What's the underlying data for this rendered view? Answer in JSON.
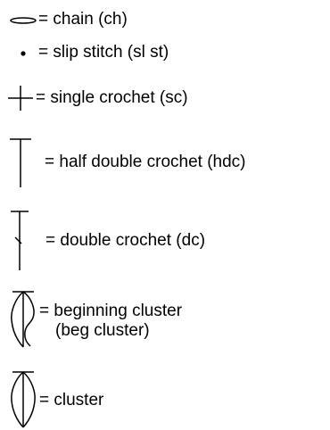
{
  "legend": {
    "items": [
      {
        "id": "chain",
        "icon": "chain-oval-icon",
        "text": "= chain (ch)"
      },
      {
        "id": "slip-stitch",
        "icon": "dot-icon",
        "text": "= slip stitch (sl st)"
      },
      {
        "id": "single-crochet",
        "icon": "plus-icon",
        "text": "= single crochet (sc)"
      },
      {
        "id": "half-double-crochet",
        "icon": "t-stem-icon",
        "text": "= half double crochet (hdc)"
      },
      {
        "id": "double-crochet",
        "icon": "t-stem-slash-icon",
        "text": "= double crochet (dc)"
      },
      {
        "id": "beginning-cluster",
        "icon": "beg-cluster-icon",
        "text": "= beginning cluster",
        "text2": "(beg cluster)"
      },
      {
        "id": "cluster",
        "icon": "cluster-icon",
        "text": "= cluster"
      }
    ]
  }
}
